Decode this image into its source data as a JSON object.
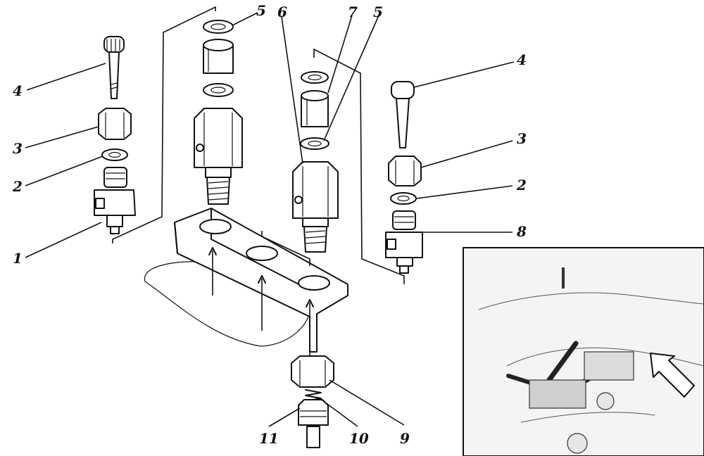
{
  "callouts": [
    {
      "id": "lbl-1",
      "text": "1"
    },
    {
      "id": "lbl-2-left",
      "text": "2"
    },
    {
      "id": "lbl-3-left",
      "text": "3"
    },
    {
      "id": "lbl-4-left",
      "text": "4"
    },
    {
      "id": "lbl-5-left",
      "text": "5"
    },
    {
      "id": "lbl-6",
      "text": "6"
    },
    {
      "id": "lbl-7",
      "text": "7"
    },
    {
      "id": "lbl-5-right",
      "text": "5"
    },
    {
      "id": "lbl-4-right",
      "text": "4"
    },
    {
      "id": "lbl-3-right",
      "text": "3"
    },
    {
      "id": "lbl-2-right",
      "text": "2"
    },
    {
      "id": "lbl-8",
      "text": "8"
    },
    {
      "id": "lbl-9",
      "text": "9"
    },
    {
      "id": "lbl-10",
      "text": "10"
    },
    {
      "id": "lbl-11",
      "text": "11"
    }
  ]
}
